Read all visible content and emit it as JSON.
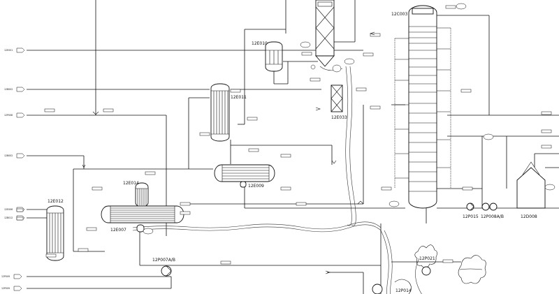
{
  "equipment": {
    "column_main": "12C003",
    "exchanger_e010": "12E010",
    "exchanger_e011": "12E011",
    "exchanger_e009": "12E009",
    "exchanger_e014": "12E014",
    "exchanger_e012": "12E012",
    "exchanger_e007": "12E007",
    "exchanger_e033": "12E033",
    "pump_p007": "12P007A/B",
    "pump_p015": "12P015",
    "pump_p008": "12P008A/B",
    "drum_d008": "12D008",
    "pump_p021": "12P021",
    "pump_p014": "12P014"
  },
  "offpage": {
    "p1": "12E001",
    "p2": "12B002",
    "p3": "12P008",
    "p4": "12B002",
    "p5": "12E006",
    "p6": "12B012",
    "p7": "12P009",
    "p8": "12P009"
  }
}
